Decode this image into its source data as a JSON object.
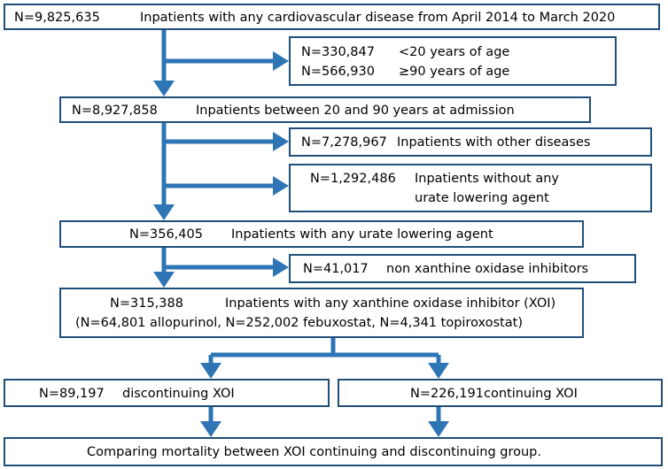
{
  "colors": {
    "arrow": "#2e75b6",
    "border": "#1f4e79",
    "text": "#000000"
  },
  "boxes": {
    "b1": {
      "n": "N=9,825,635",
      "label": "Inpatients with any cardiovascular disease from April 2014 to March 2020"
    },
    "b2": {
      "line1_n": "N=330,847",
      "line1_label": "<20 years of age",
      "line2_n": "N=566,930",
      "line2_label": "≥90 years of age"
    },
    "b3": {
      "n": "N=8,927,858",
      "label": "Inpatients between 20 and 90 years at admission"
    },
    "b4": {
      "n": "N=7,278,967",
      "label": "Inpatients with other diseases"
    },
    "b5": {
      "n": "N=1,292,486",
      "label_line1": "Inpatients without any",
      "label_line2": "urate lowering agent"
    },
    "b6": {
      "n": "N=356,405",
      "label": "Inpatients with any urate lowering agent"
    },
    "b7": {
      "n": "N=41,017",
      "label": "non xanthine oxidase inhibitors"
    },
    "b8": {
      "n": "N=315,388",
      "label": "Inpatients with any xanthine oxidase inhibitor (XOI)",
      "detail": "(N=64,801 allopurinol, N=252,002 febuxostat, N=4,341 topiroxostat)"
    },
    "b9": {
      "n": "N=89,197",
      "label": "discontinuing XOI"
    },
    "b10": {
      "n": "N=226,191",
      "label": "continuing XOI"
    },
    "b11": {
      "label": "Comparing mortality between XOI continuing and discontinuing group."
    }
  }
}
